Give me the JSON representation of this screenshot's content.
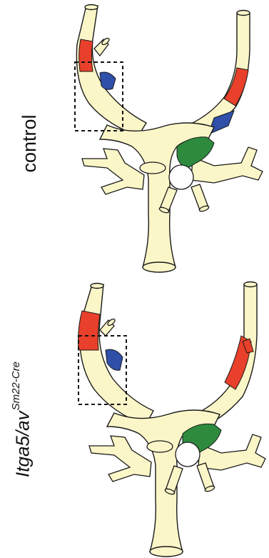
{
  "panels": [
    {
      "label": "control"
    },
    {
      "label_main": "Itga5/av",
      "label_super": "Sm22-Cre"
    }
  ],
  "colors": {
    "vessel_fill": "#FBF6C8",
    "vessel_stroke": "#1a1a1a",
    "red_segment": "#E8402A",
    "blue_segment": "#2F4FA8",
    "green_segment": "#2E8B3E",
    "highlight_box": "#111111"
  }
}
